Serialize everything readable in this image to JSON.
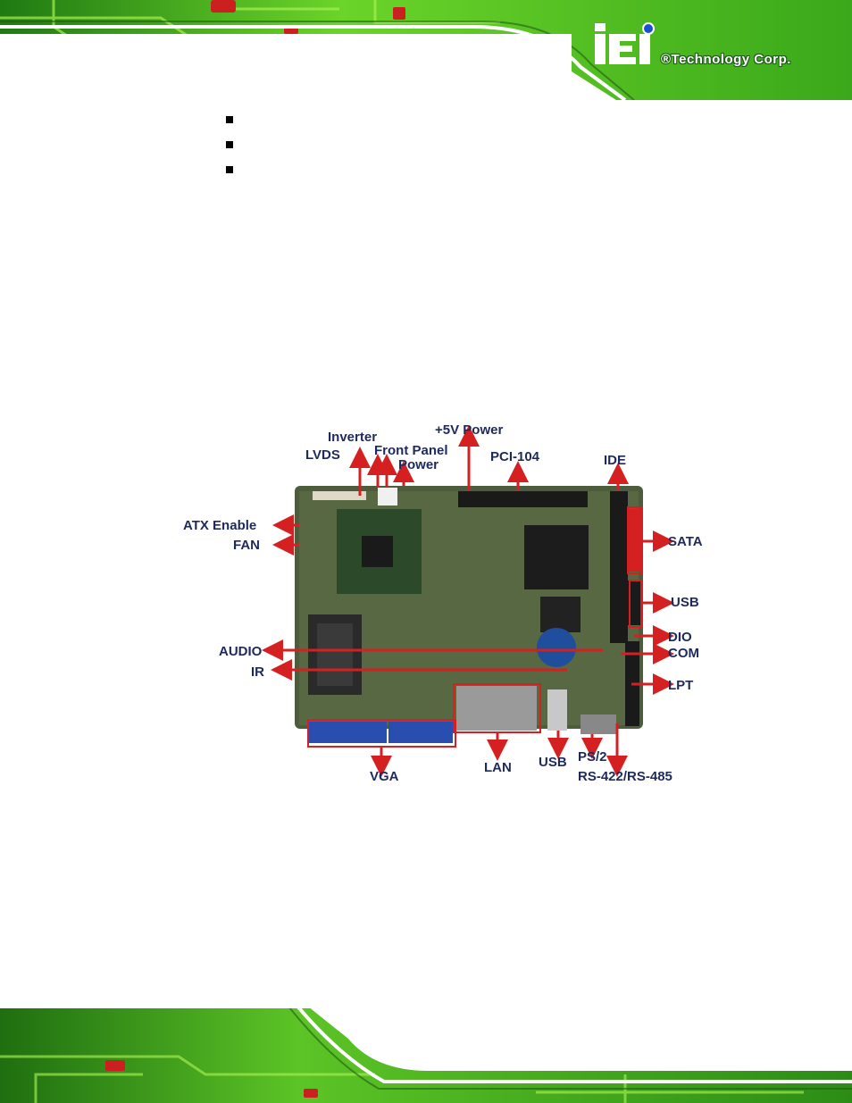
{
  "logo": {
    "mark": "iEi",
    "text": "®Technology Corp."
  },
  "bullets": [
    {
      "text": ""
    },
    {
      "text": ""
    },
    {
      "text": ""
    }
  ],
  "figure": {
    "labels": {
      "inverter": "Inverter",
      "power5v": "+5V Power",
      "lvds": "LVDS",
      "front_panel": "Front Panel",
      "power": "Power",
      "pci104": "PCI-104",
      "ide": "IDE",
      "atx_enable": "ATX Enable",
      "fan": "FAN",
      "sata": "SATA",
      "usb_right": "USB",
      "dio": "DIO",
      "audio": "AUDIO",
      "com": "COM",
      "ir": "IR",
      "lpt": "LPT",
      "lan": "LAN",
      "usb_bottom": "USB",
      "ps2": "PS/2",
      "rs422": "RS-422/RS-485",
      "vga": "VGA"
    },
    "colors": {
      "arrow": "#d42020",
      "board": "#4a5a3a",
      "label": "#1e2a5c"
    }
  }
}
